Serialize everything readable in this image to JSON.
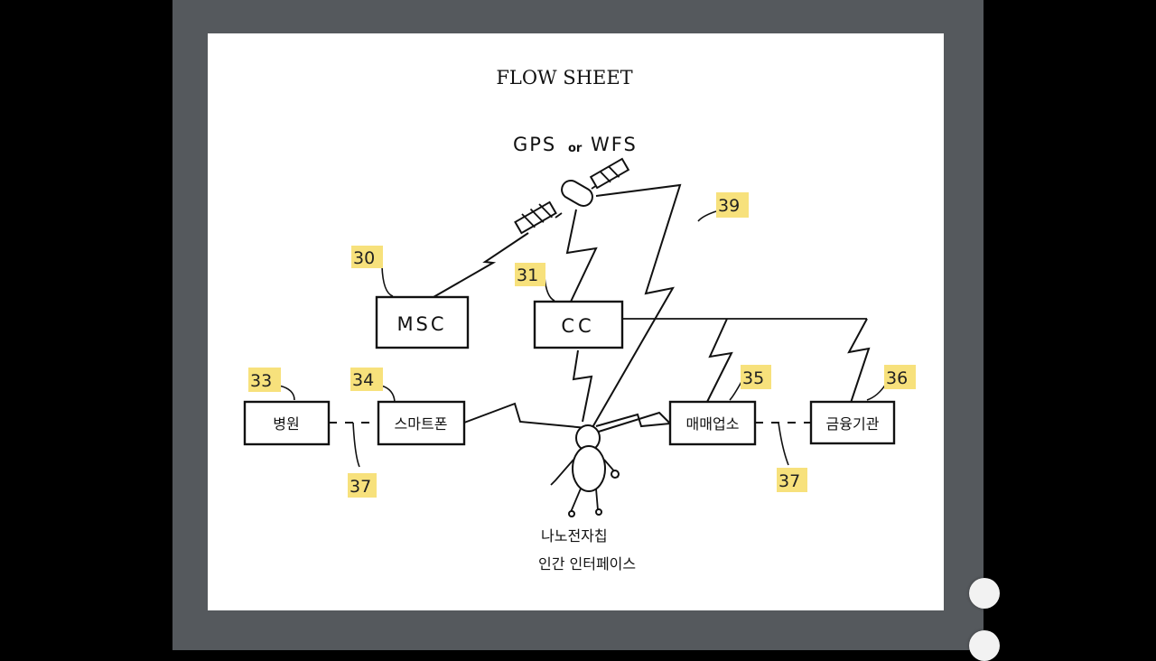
{
  "document": {
    "title": "FLOW SHEET",
    "satellite_label": {
      "prefix": "GPS",
      "conj": "or",
      "suffix": "WFS"
    },
    "nodes": {
      "msc": "MSC",
      "cc": "CC",
      "hospital": "병원",
      "smartphone": "스마트폰",
      "store": "매매업소",
      "bank": "금융기관"
    },
    "human": {
      "line1": "나노전자칩",
      "line2": "인간 인터페이스"
    },
    "tags": {
      "t30": "30",
      "t31": "31",
      "t33": "33",
      "t34": "34",
      "t35": "35",
      "t36": "36",
      "t37a": "37",
      "t37b": "37",
      "t39": "39"
    }
  },
  "colors": {
    "viewer_background": "#55595d",
    "page_background": "#ffffff",
    "tag_highlight": "#f7e17c",
    "ink": "#111111"
  }
}
